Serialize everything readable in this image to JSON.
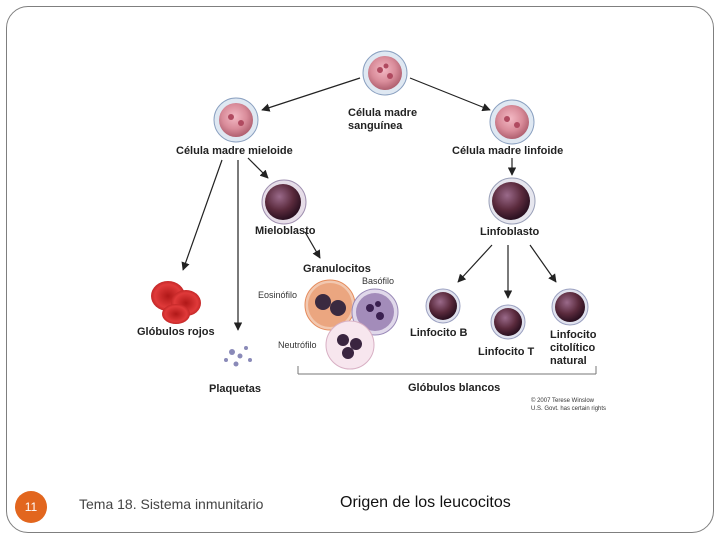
{
  "diagram": {
    "stem_cell": {
      "line1": "Célula madre",
      "line2": "sanguínea"
    },
    "myeloid_stem_cell": "Célula madre mieloide",
    "lymphoid_stem_cell": "Célula madre linfoide",
    "myeloblast": "Mieloblasto",
    "lymphoblast": "Linfoblasto",
    "granulocytes": "Granulocitos",
    "basophil": "Basófilo",
    "eosinophil": "Eosinófilo",
    "neutrophil": "Neutrófilo",
    "red_cells": "Glóbulos rojos",
    "platelets": "Plaquetas",
    "b_lymphocyte": "Linfocito B",
    "t_lymphocyte": "Linfocito T",
    "nk_cell": {
      "line1": "Linfocito",
      "line2": "citolítico",
      "line3": "natural"
    },
    "white_cells": "Glóbulos blancos",
    "copyright": {
      "line1": "© 2007 Terese Winslow",
      "line2": "U.S. Govt. has certain rights"
    }
  },
  "footer": {
    "slide_number": "11",
    "topic": "Tema 18. Sistema inmunitario",
    "title": "Origen de los leucocitos"
  },
  "colors": {
    "accent": "#e2661e",
    "stem_cell": "#d98c9a",
    "blast_cell": "#5a2a3c",
    "red_cell": "#d42a2a",
    "eosinophil": "#e58a5a",
    "basophil": "#7a5a9a",
    "neutrophil": "#f2d9e4"
  }
}
